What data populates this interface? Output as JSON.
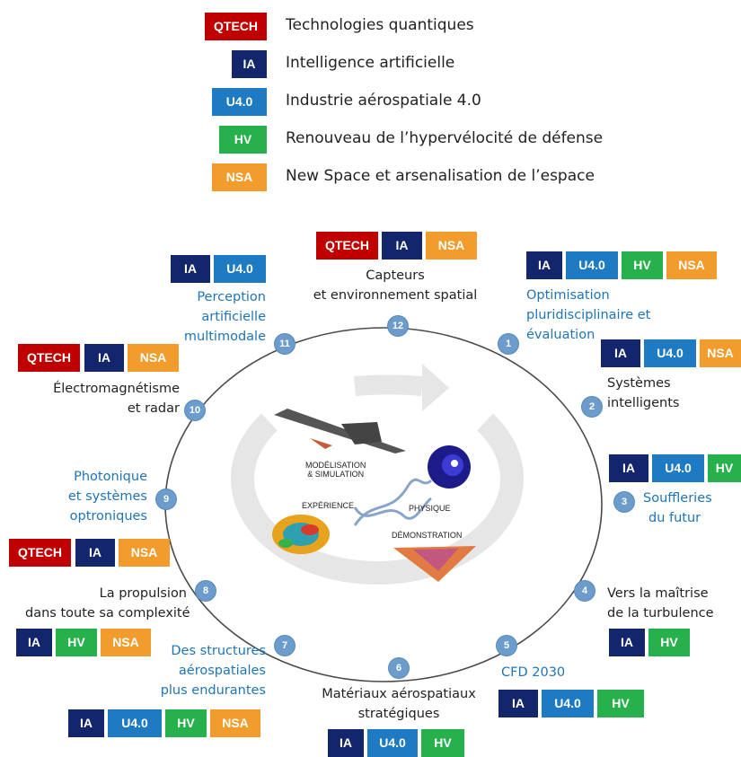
{
  "legend": [
    {
      "code": "QTECH",
      "label": "Technologies quantiques"
    },
    {
      "code": "IA",
      "label": "Intelligence artificielle"
    },
    {
      "code": "U4.0",
      "label": "Industrie aérospatiale 4.0"
    },
    {
      "code": "HV",
      "label": "Renouveau de l’hypervélocité de défense"
    },
    {
      "code": "NSA",
      "label": "New Space et arsenalisation de l’espace"
    }
  ],
  "colors": {
    "QTECH": "#c00000",
    "IA": "#13256b",
    "U4.0": "#1f7ac4",
    "HV": "#26b14c",
    "NSA": "#f39c2e",
    "node": "#6c9ccc",
    "blue_text": "#1f74b8"
  },
  "center": {
    "modelisation_line1": "MODÉLISATION",
    "modelisation_line2": "& SIMULATION",
    "experience": "EXPÉRIENCE",
    "physique": "PHYSIQUE",
    "demonstration": "DÉMONSTRATION"
  },
  "themes": [
    {
      "num": "1",
      "lines": [
        "Optimisation",
        "pluridisciplinaire et",
        "évaluation"
      ],
      "tags": [
        "IA",
        "U4.0",
        "HV",
        "NSA"
      ]
    },
    {
      "num": "2",
      "lines": [
        "Systèmes",
        "intelligents"
      ],
      "tags": [
        "IA",
        "U4.0",
        "NSA"
      ]
    },
    {
      "num": "3",
      "lines": [
        "Souffleries",
        "du futur"
      ],
      "tags": [
        "IA",
        "U4.0",
        "HV"
      ]
    },
    {
      "num": "4",
      "lines": [
        "Vers la maîtrise",
        "de la turbulence"
      ],
      "tags": [
        "IA",
        "HV"
      ]
    },
    {
      "num": "5",
      "lines": [
        "CFD 2030"
      ],
      "tags": [
        "IA",
        "U4.0",
        "HV"
      ]
    },
    {
      "num": "6",
      "lines": [
        "Matériaux aérospatiaux",
        "stratégiques"
      ],
      "tags": [
        "IA",
        "U4.0",
        "HV"
      ]
    },
    {
      "num": "7",
      "lines": [
        "Des structures",
        "aérospatiales",
        "plus endurantes"
      ],
      "tags": [
        "IA",
        "U4.0",
        "HV",
        "NSA"
      ]
    },
    {
      "num": "8",
      "lines": [
        "La propulsion",
        "dans toute sa complexité"
      ],
      "tags": [
        "IA",
        "HV",
        "NSA"
      ]
    },
    {
      "num": "9",
      "lines": [
        "Photonique",
        "et systèmes",
        "optroniques"
      ],
      "tags": [
        "QTECH",
        "IA",
        "NSA"
      ]
    },
    {
      "num": "10",
      "lines": [
        "Électromagnétisme",
        "et radar"
      ],
      "tags": [
        "QTECH",
        "IA",
        "NSA"
      ]
    },
    {
      "num": "11",
      "lines": [
        "Perception",
        "artificielle",
        "multimodale"
      ],
      "tags": [
        "IA",
        "U4.0"
      ]
    },
    {
      "num": "12",
      "lines": [
        "Capteurs",
        "et environnement spatial"
      ],
      "tags": [
        "QTECH",
        "IA",
        "NSA"
      ]
    }
  ]
}
